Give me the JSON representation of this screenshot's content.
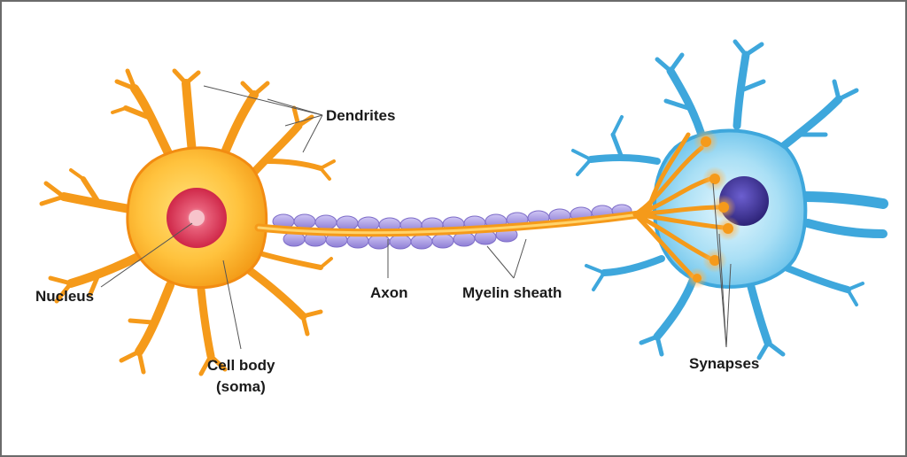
{
  "labels": {
    "dendrites": "Dendrites",
    "nucleus": "Nucleus",
    "axon": "Axon",
    "myelin_sheath": "Myelin sheath",
    "cell_body_line1": "Cell body",
    "cell_body_line2": "(soma)",
    "synapses": "Synapses"
  },
  "colors": {
    "neuron_orange": "#f7a21b",
    "neuron_orange_light": "#ffd36b",
    "nucleus_red": "#d9344f",
    "nucleus_pink": "#f2a3b0",
    "myelin_purple": "#a99be0",
    "target_blue": "#56b8e6",
    "target_blue_light": "#c9ecfb",
    "target_nucleus": "#3b2f8f",
    "border": "#6b6b6b"
  }
}
